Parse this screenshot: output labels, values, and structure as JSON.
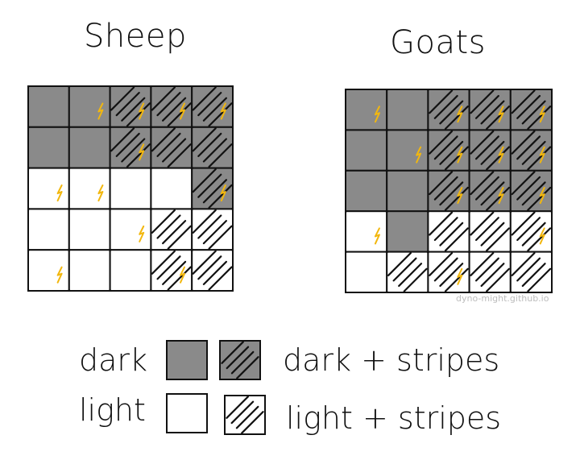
{
  "titles": {
    "sheep": "Sheep",
    "goats": "Goats"
  },
  "colors": {
    "dark": "#8a8a8a",
    "light": "#ffffff",
    "stripe": "#111111",
    "bolt": "#f2b70e",
    "border": "#111111"
  },
  "grids": {
    "sheep": {
      "rows": [
        [
          {
            "fill": "dark",
            "stripes": false,
            "bolt": false
          },
          {
            "fill": "dark",
            "stripes": false,
            "bolt": true
          },
          {
            "fill": "dark",
            "stripes": true,
            "bolt": true
          },
          {
            "fill": "dark",
            "stripes": true,
            "bolt": true
          },
          {
            "fill": "dark",
            "stripes": true,
            "bolt": true
          }
        ],
        [
          {
            "fill": "dark",
            "stripes": false,
            "bolt": false
          },
          {
            "fill": "dark",
            "stripes": false,
            "bolt": false
          },
          {
            "fill": "dark",
            "stripes": true,
            "bolt": true
          },
          {
            "fill": "dark",
            "stripes": true,
            "bolt": false
          },
          {
            "fill": "dark",
            "stripes": true,
            "bolt": false
          }
        ],
        [
          {
            "fill": "light",
            "stripes": false,
            "bolt": true
          },
          {
            "fill": "light",
            "stripes": false,
            "bolt": true
          },
          {
            "fill": "light",
            "stripes": false,
            "bolt": false
          },
          {
            "fill": "light",
            "stripes": false,
            "bolt": false
          },
          {
            "fill": "dark",
            "stripes": true,
            "bolt": true
          }
        ],
        [
          {
            "fill": "light",
            "stripes": false,
            "bolt": false
          },
          {
            "fill": "light",
            "stripes": false,
            "bolt": false
          },
          {
            "fill": "light",
            "stripes": false,
            "bolt": true
          },
          {
            "fill": "light",
            "stripes": true,
            "bolt": false
          },
          {
            "fill": "light",
            "stripes": true,
            "bolt": false
          }
        ],
        [
          {
            "fill": "light",
            "stripes": false,
            "bolt": true
          },
          {
            "fill": "light",
            "stripes": false,
            "bolt": false
          },
          {
            "fill": "light",
            "stripes": false,
            "bolt": false
          },
          {
            "fill": "light",
            "stripes": true,
            "bolt": true
          },
          {
            "fill": "light",
            "stripes": true,
            "bolt": false
          }
        ]
      ]
    },
    "goats": {
      "rows": [
        [
          {
            "fill": "dark",
            "stripes": false,
            "bolt": true
          },
          {
            "fill": "dark",
            "stripes": false,
            "bolt": false
          },
          {
            "fill": "dark",
            "stripes": true,
            "bolt": true
          },
          {
            "fill": "dark",
            "stripes": true,
            "bolt": true
          },
          {
            "fill": "dark",
            "stripes": true,
            "bolt": true
          }
        ],
        [
          {
            "fill": "dark",
            "stripes": false,
            "bolt": false
          },
          {
            "fill": "dark",
            "stripes": false,
            "bolt": true
          },
          {
            "fill": "dark",
            "stripes": true,
            "bolt": true
          },
          {
            "fill": "dark",
            "stripes": true,
            "bolt": true
          },
          {
            "fill": "dark",
            "stripes": true,
            "bolt": true
          }
        ],
        [
          {
            "fill": "dark",
            "stripes": false,
            "bolt": false
          },
          {
            "fill": "dark",
            "stripes": false,
            "bolt": false
          },
          {
            "fill": "dark",
            "stripes": true,
            "bolt": true
          },
          {
            "fill": "dark",
            "stripes": true,
            "bolt": true
          },
          {
            "fill": "dark",
            "stripes": true,
            "bolt": true
          }
        ],
        [
          {
            "fill": "light",
            "stripes": false,
            "bolt": true
          },
          {
            "fill": "dark",
            "stripes": false,
            "bolt": false
          },
          {
            "fill": "light",
            "stripes": true,
            "bolt": false
          },
          {
            "fill": "light",
            "stripes": true,
            "bolt": false
          },
          {
            "fill": "light",
            "stripes": true,
            "bolt": true
          }
        ],
        [
          {
            "fill": "light",
            "stripes": false,
            "bolt": false
          },
          {
            "fill": "light",
            "stripes": true,
            "bolt": false
          },
          {
            "fill": "light",
            "stripes": true,
            "bolt": true
          },
          {
            "fill": "light",
            "stripes": true,
            "bolt": false
          },
          {
            "fill": "light",
            "stripes": true,
            "bolt": false
          }
        ]
      ]
    }
  },
  "credit": "dyno-might.github.io",
  "legend": {
    "dark": "dark",
    "light": "light",
    "dark_stripes": "dark + stripes",
    "light_stripes": "light + stripes"
  }
}
